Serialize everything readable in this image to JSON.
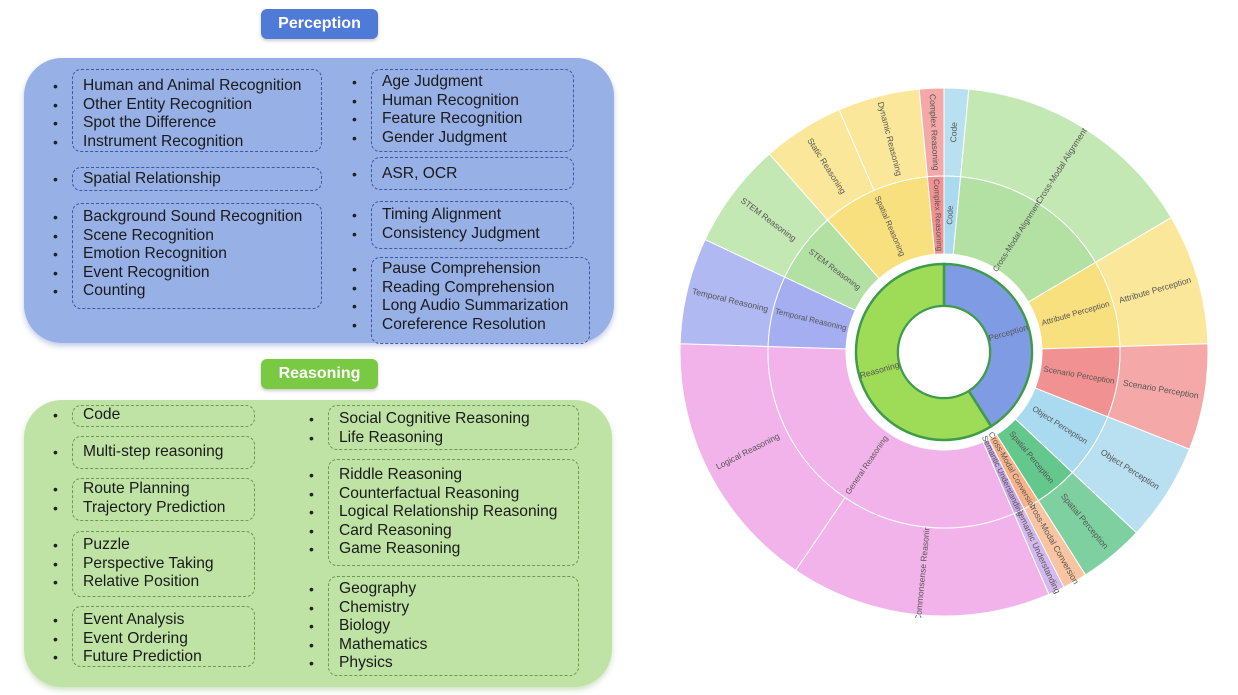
{
  "perception": {
    "title": "Perception",
    "groups": [
      [
        "Human and Animal Recognition",
        "Other Entity Recognition",
        "Spot the Difference",
        "Instrument Recognition"
      ],
      [
        "Spatial Relationship"
      ],
      [
        "Background Sound Recognition",
        "Scene Recognition",
        "Emotion Recognition",
        "Event Recognition",
        "Counting"
      ],
      [
        "Age Judgment",
        "Human Recognition",
        "Feature Recognition",
        "Gender Judgment"
      ],
      [
        "ASR, OCR"
      ],
      [
        "Timing Alignment",
        "Consistency Judgment"
      ],
      [
        "Pause Comprehension",
        "Reading Comprehension",
        "Long Audio Summarization",
        "Coreference Resolution"
      ]
    ]
  },
  "reasoning": {
    "title": "Reasoning",
    "groups": [
      [
        "Code"
      ],
      [
        "Multi-step reasoning"
      ],
      [
        "Route Planning",
        "Trajectory Prediction"
      ],
      [
        "Puzzle",
        "Perspective Taking",
        "Relative Position"
      ],
      [
        "Event Analysis",
        "Event Ordering",
        "Future Prediction"
      ],
      [
        "Social Cognitive Reasoning",
        "Life Reasoning"
      ],
      [
        "Riddle Reasoning",
        "Counterfactual Reasoning",
        "Logical Relationship Reasoning",
        "Card Reasoning",
        "Game Reasoning"
      ],
      [
        "Geography",
        "Chemistry",
        "Biology",
        "Mathematics",
        "Physics"
      ]
    ]
  },
  "sunburst": {
    "inner": [
      {
        "name": "Perception",
        "value": 41,
        "color": "#7f9be3"
      },
      {
        "name": "Reasoning",
        "value": 59,
        "color": "#9edb57"
      }
    ],
    "middle": [
      {
        "name": "Code",
        "value": 1.5,
        "color": "#a9daf0"
      },
      {
        "name": "Cross-Modal Alignment",
        "value": 15,
        "color": "#b3e1a3"
      },
      {
        "name": "Attribute Perception",
        "value": 8,
        "color": "#f8e07e"
      },
      {
        "name": "Scenario Perception",
        "value": 6.5,
        "color": "#f29191"
      },
      {
        "name": "Object Perception",
        "value": 6,
        "color": "#a9daf0"
      },
      {
        "name": "Spatial Perception",
        "value": 4,
        "color": "#64c78c"
      },
      {
        "name": "Cross-Modal Conversion",
        "value": 1.5,
        "color": "#f7b48a"
      },
      {
        "name": "Semantic Understanding",
        "value": 1,
        "color": "#c9a8e8"
      },
      {
        "name": "General Reasoning",
        "value": 32,
        "color": "#f2b3ea"
      },
      {
        "name": "Temporal Reasoning",
        "value": 6.5,
        "color": "#a4aef0"
      },
      {
        "name": "STEM Reasoning",
        "value": 6.5,
        "color": "#b3e1a3"
      },
      {
        "name": "Spatial Reasoning",
        "value": 10,
        "color": "#f8e07e"
      },
      {
        "name": "Complex Reasoning",
        "value": 1.5,
        "color": "#f29191"
      }
    ],
    "outer": [
      {
        "name": "Code",
        "value": 1.5,
        "color": "#b9e0f1"
      },
      {
        "name": "Cross-Modal Alignment",
        "value": 15,
        "color": "#c4e8b4"
      },
      {
        "name": "Attribute Perception",
        "value": 8,
        "color": "#fae79a"
      },
      {
        "name": "Scenario Perception",
        "value": 6.5,
        "color": "#f5a8a8"
      },
      {
        "name": "Object Perception",
        "value": 6,
        "color": "#b9e0f1"
      },
      {
        "name": "Spatial Perception",
        "value": 4,
        "color": "#7fd0a0"
      },
      {
        "name": "Cross-Modal Conversion",
        "value": 1.5,
        "color": "#f9c4a2"
      },
      {
        "name": "Semantic Understanding",
        "value": 1,
        "color": "#d4b8ee"
      },
      {
        "name": "Commonsense Reasoning",
        "value": 16,
        "color": "#f2b3ea"
      },
      {
        "name": "Logical Reasoning",
        "value": 16,
        "color": "#f2b3ea"
      },
      {
        "name": "Temporal Reasoning",
        "value": 6.5,
        "color": "#b1b9f2"
      },
      {
        "name": "STEM Reasoning",
        "value": 6.5,
        "color": "#c4e8b4"
      },
      {
        "name": "Static Reasoning",
        "value": 5,
        "color": "#fae79a"
      },
      {
        "name": "Dynamic Reasoning",
        "value": 5,
        "color": "#fae79a"
      },
      {
        "name": "Complex Reasoning",
        "value": 1.5,
        "color": "#f5a8a8"
      }
    ]
  }
}
